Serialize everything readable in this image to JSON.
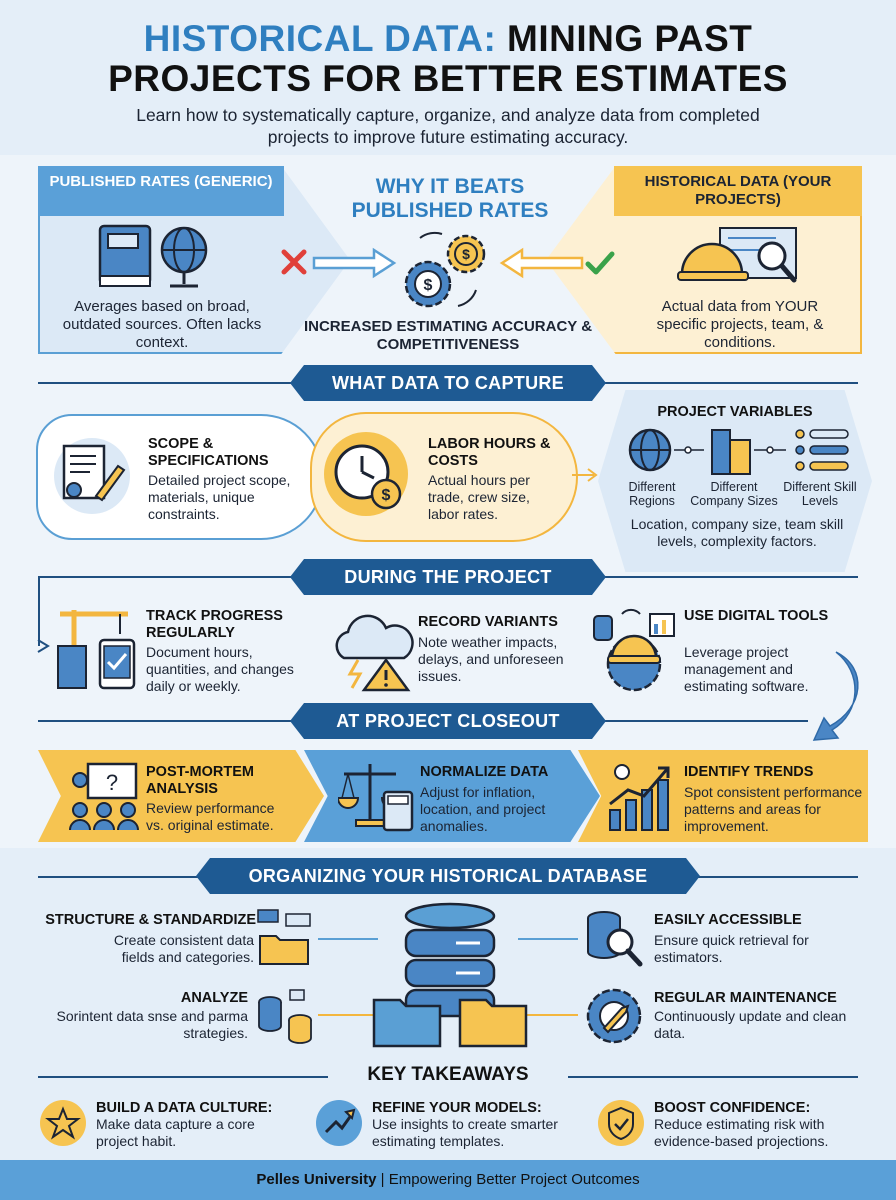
{
  "header": {
    "title_blue": "HISTORICAL DATA:",
    "title_dark": "MINING PAST",
    "title_line2": "PROJECTS FOR BETTER ESTIMATES",
    "subtitle": "Learn how to systematically capture, organize, and analyze data from completed projects to improve future estimating accuracy."
  },
  "comparison": {
    "published": {
      "title": "PUBLISHED RATES (GENERIC)",
      "text": "Averages based on broad, outdated sources. Often lacks context."
    },
    "why_title": "WHY IT BEATS PUBLISHED RATES",
    "result": "INCREASED ESTIMATING ACCURACY & COMPETITIVENESS",
    "historical": {
      "title": "HISTORICAL DATA (YOUR PROJECTS)",
      "text": "Actual data from YOUR specific projects, team, & conditions."
    }
  },
  "capture": {
    "banner": "WHAT DATA TO CAPTURE",
    "scope": {
      "title": "SCOPE & SPECIFICATIONS",
      "text": "Detailed project scope, materials, unique constraints."
    },
    "labor": {
      "title": "LABOR HOURS & COSTS",
      "text": "Actual hours per trade, crew size, labor rates."
    },
    "variables": {
      "title": "PROJECT VARIABLES",
      "items": [
        "Different Regions",
        "Different Company Sizes",
        "Different Skill Levels"
      ],
      "text": "Location, company size, team skill levels, complexity factors."
    }
  },
  "during": {
    "banner": "DURING THE PROJECT",
    "items": [
      {
        "title": "TRACK PROGRESS REGULARLY",
        "text": "Document hours, quantities, and changes daily or weekly."
      },
      {
        "title": "RECORD VARIANTS",
        "text": "Note weather impacts, delays, and unforeseen issues."
      },
      {
        "title": "USE DIGITAL TOOLS",
        "text": "Leverage project management and estimating software."
      }
    ]
  },
  "closeout": {
    "banner": "AT PROJECT CLOSEOUT",
    "items": [
      {
        "title": "POST-MORTEM ANALYSIS",
        "text": "Review performance vs. original estimate."
      },
      {
        "title": "NORMALIZE DATA",
        "text": "Adjust for inflation, location, and project anomalies."
      },
      {
        "title": "IDENTIFY TRENDS",
        "text": "Spot consistent performance patterns and areas for improvement."
      }
    ]
  },
  "organizing": {
    "banner": "ORGANIZING YOUR HISTORICAL DATABASE",
    "structure": {
      "title": "STRUCTURE & STANDARDIZE",
      "text": "Create consistent data fields and categories."
    },
    "analyze": {
      "title": "ANALYZE",
      "text": "Sorintent data snse and parma strategies."
    },
    "accessible": {
      "title": "EASILY ACCESSIBLE",
      "text": "Ensure quick retrieval for estimators."
    },
    "maintenance": {
      "title": "REGULAR MAINTENANCE",
      "text": "Continuously update and clean data."
    }
  },
  "takeaways": {
    "title": "KEY TAKEAWAYS",
    "items": [
      {
        "title": "BUILD A DATA CULTURE:",
        "text": "Make data capture a core project habit."
      },
      {
        "title": "REFINE YOUR MODELS:",
        "text": "Use insights to create smarter estimating templates."
      },
      {
        "title": "BOOST CONFIDENCE:",
        "text": "Reduce estimating risk with evidence-based projections."
      }
    ]
  },
  "footer": {
    "brand": "Pelles University",
    "separator": "|",
    "tagline": "Empowering Better Project Outcomes"
  },
  "colors": {
    "blue": "#2f7fc0",
    "navy": "#1e5a93",
    "yellow": "#f6c451",
    "light_blue": "#dce9f6",
    "light_yellow": "#fdf0d3"
  }
}
